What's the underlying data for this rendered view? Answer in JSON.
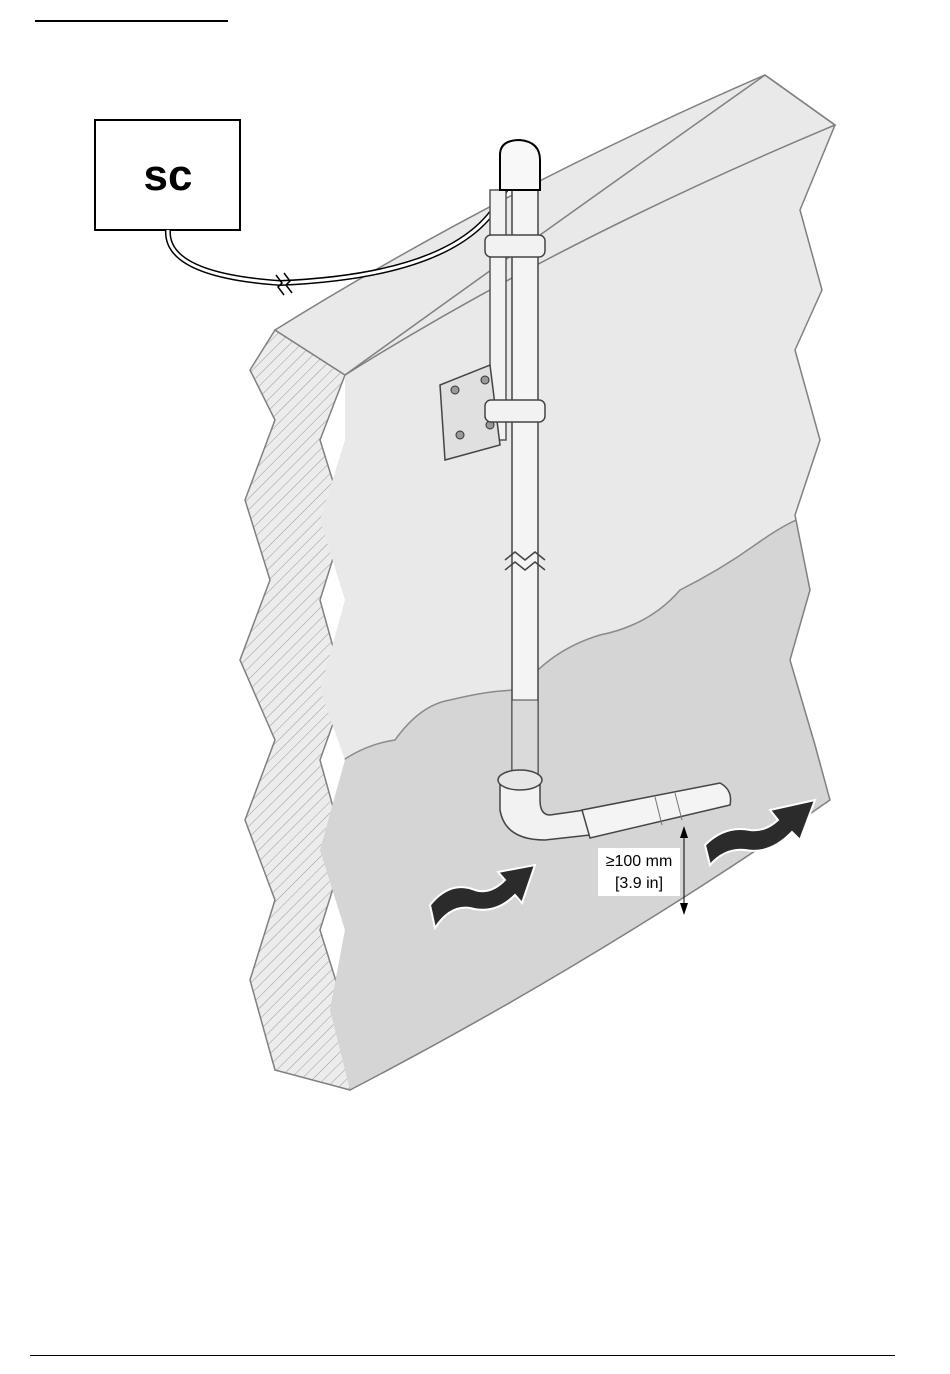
{
  "figure": {
    "controller_label": "sc",
    "dimension_line1": "≥100 mm",
    "dimension_line2": "[3.9 in]"
  },
  "colors": {
    "wall_dry": "#e9e9e9",
    "water": "#d5d5d5",
    "arrow": "#2b2b2b",
    "outline": "#808080"
  }
}
